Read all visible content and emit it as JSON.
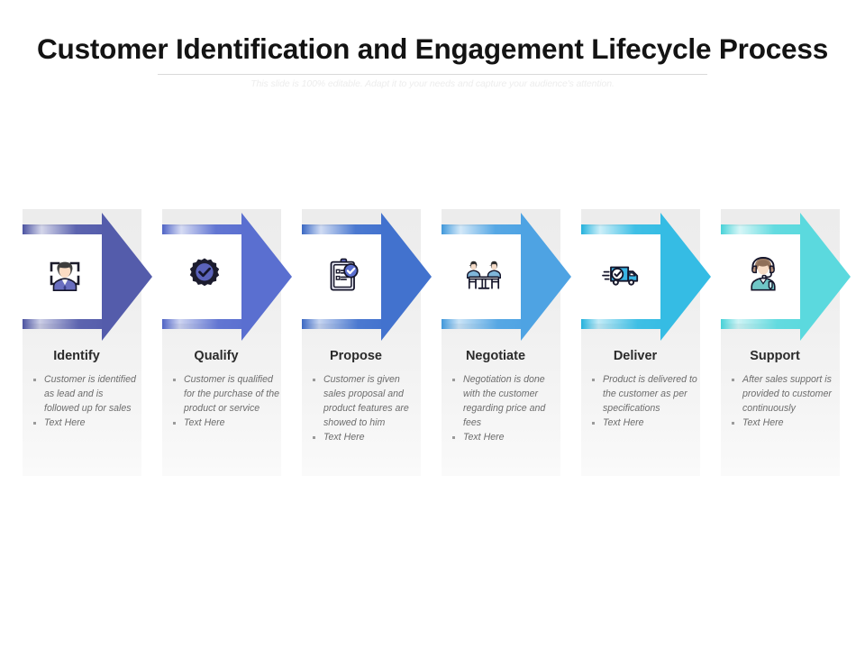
{
  "header": {
    "title": "Customer Identification and Engagement Lifecycle Process",
    "subtitle": "This slide is 100% editable. Adapt it to your needs and capture your audience's attention."
  },
  "theme": {
    "panel_bg": "#efefef",
    "icon_well_bg": "#ffffff",
    "title_color": "#131313",
    "step_title_color": "#2b2b2b",
    "bullet_text_color": "#6d6d6d",
    "divider_color": "#d9d9d9"
  },
  "steps": [
    {
      "title": "Identify",
      "icon": "person-face-scan-icon",
      "arrow_color": "#545cab",
      "arrow_color_dark": "#4b52a0",
      "bullets": [
        "Customer is identified as lead and is followed up for sales",
        "Text Here"
      ]
    },
    {
      "title": "Qualify",
      "icon": "check-badge-seal-icon",
      "arrow_color": "#5a6fd0",
      "arrow_color_dark": "#4f63c4",
      "bullets": [
        "Customer is qualified for the purchase of the product or service",
        "Text Here"
      ]
    },
    {
      "title": "Propose",
      "icon": "clipboard-checklist-icon",
      "arrow_color": "#4272ce",
      "arrow_color_dark": "#3a67c2",
      "bullets": [
        "Customer is given sales proposal and product features are showed to him",
        "Text Here"
      ]
    },
    {
      "title": "Negotiate",
      "icon": "two-people-at-table-icon",
      "arrow_color": "#4ea3e3",
      "arrow_color_dark": "#3f97da",
      "bullets": [
        "Negotiation is done with the customer regarding price and fees",
        "Text Here"
      ]
    },
    {
      "title": "Deliver",
      "icon": "delivery-truck-icon",
      "arrow_color": "#35bce4",
      "arrow_color_dark": "#23b1dc",
      "bullets": [
        "Product is delivered to the customer as per specifications",
        "Text Here"
      ]
    },
    {
      "title": "Support",
      "icon": "headset-support-agent-icon",
      "arrow_color": "#5bd9de",
      "arrow_color_dark": "#46d1d7",
      "bullets": [
        "After sales support is provided to customer continuously",
        "Text Here"
      ]
    }
  ]
}
